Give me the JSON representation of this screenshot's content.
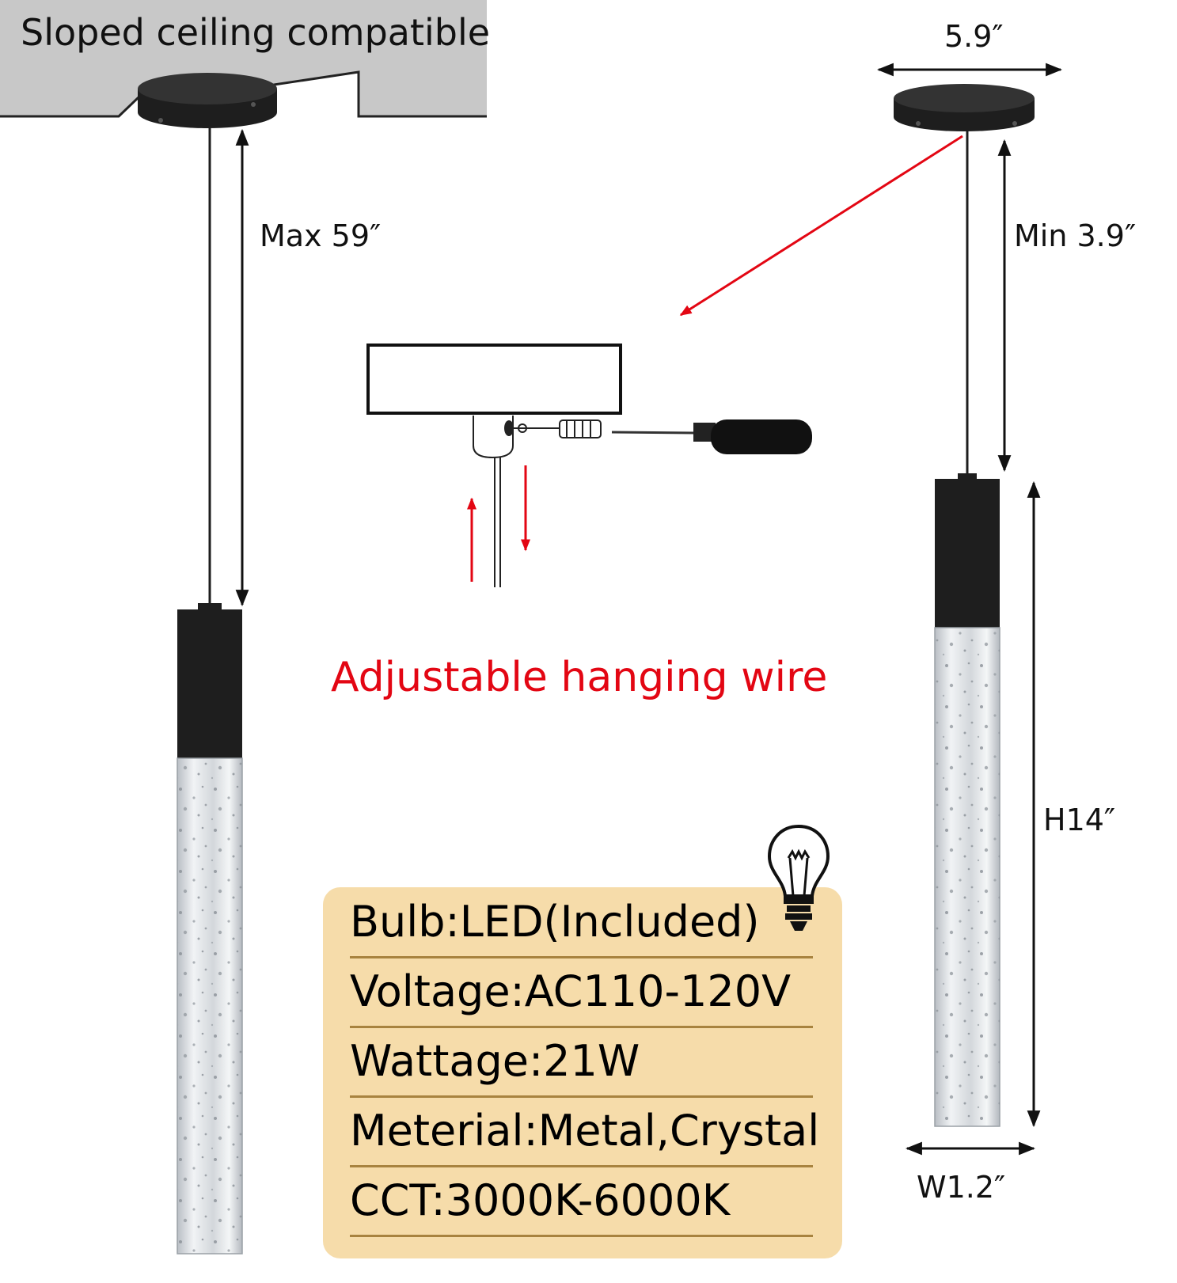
{
  "ceiling": {
    "label": "Sloped ceiling compatible"
  },
  "dimensions": {
    "max_wire": "Max 59″",
    "canopy_width": "5.9″",
    "min_wire": "Min 3.9″",
    "height": "H14″",
    "width": "W1.2″"
  },
  "adjust": {
    "label": "Adjustable hanging wire"
  },
  "specs": [
    {
      "text": "Bulb:LED(Included)"
    },
    {
      "text": "Voltage:AC110-120V"
    },
    {
      "text": "Wattage:21W"
    },
    {
      "text": "Meterial:Metal,Crystal"
    },
    {
      "text": "CCT:3000K-6000K"
    }
  ],
  "colors": {
    "accent_red": "#e30613",
    "spec_background": "#f6dcaa",
    "ceiling_gray": "#c8c8c8",
    "fixture_black": "#1e1e1e"
  },
  "icons": [
    "light-bulb-icon",
    "screwdriver-icon"
  ]
}
